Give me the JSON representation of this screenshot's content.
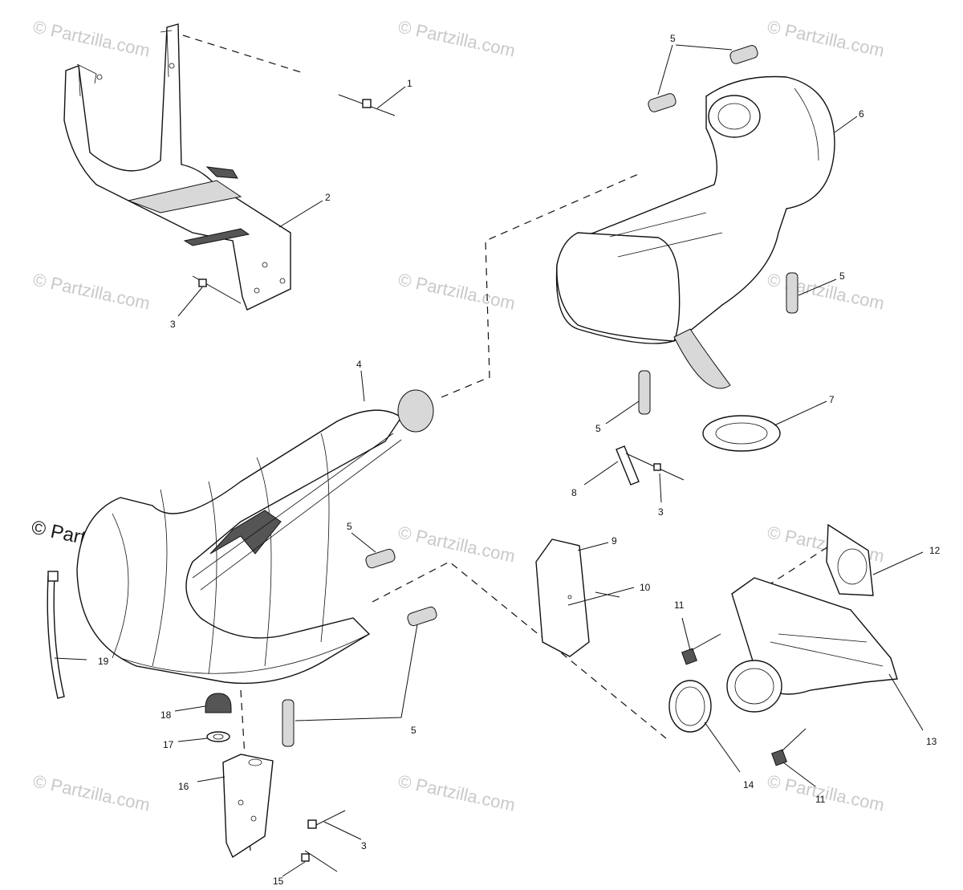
{
  "watermarks": [
    "© Partzilla.com",
    "© Partzilla.com",
    "© Partzilla.com",
    "© Partzilla.com",
    "© Partzilla.com",
    "© Partzilla.com",
    "© Partzilla.com",
    "© Partzilla.com",
    "© Partzilla.com",
    "© Partzilla.com",
    "© Partzilla.com",
    "© Partzilla.com"
  ],
  "watermark_main": "© Partzilla.com",
  "callouts": {
    "c1": "1",
    "c2": "2",
    "c3a": "3",
    "c3b": "3",
    "c3c": "3",
    "c4": "4",
    "c5a": "5",
    "c5b": "5",
    "c5c": "5",
    "c5d": "5",
    "c5e": "5",
    "c6": "6",
    "c7": "7",
    "c8": "8",
    "c9": "9",
    "c10": "10",
    "c11a": "11",
    "c11b": "11",
    "c12": "12",
    "c13": "13",
    "c14": "14",
    "c15": "15",
    "c16": "16",
    "c17": "17",
    "c18": "18",
    "c19": "19"
  }
}
